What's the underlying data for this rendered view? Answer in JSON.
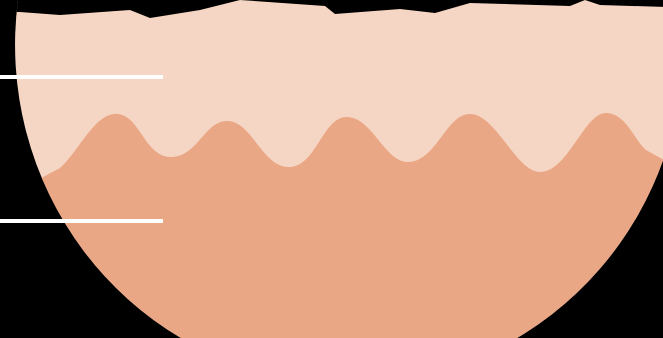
{
  "diagram": {
    "kind": "skin-layer-cross-section",
    "layers": [
      {
        "name": "upper-layer",
        "color": "#F5D5C3"
      },
      {
        "name": "lower-layer",
        "color": "#EAA785"
      }
    ],
    "accents": {
      "top-object": "#A9CFD3",
      "top-object-shadow": "#7FAEB4",
      "cut-edge": "#F0C6B1"
    },
    "label_lines": [
      {
        "target": "upper-layer",
        "color": "#FFFFFF"
      },
      {
        "target": "lower-layer",
        "color": "#FFFFFF"
      }
    ],
    "background": "#000000"
  }
}
